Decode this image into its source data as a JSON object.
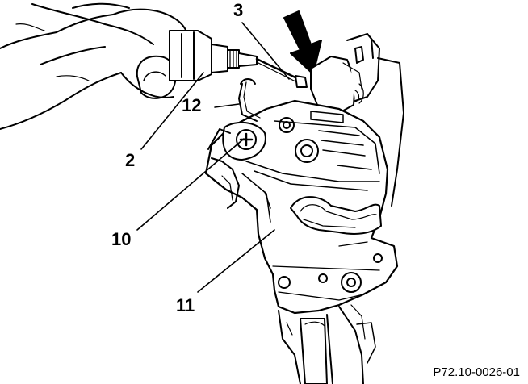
{
  "labels": {
    "l2": "2",
    "l3": "3",
    "l10": "10",
    "l11": "11",
    "l12": "12"
  },
  "figure_id": "P72.10-0026-01",
  "colors": {
    "ink": "#000000",
    "paper": "#ffffff"
  }
}
